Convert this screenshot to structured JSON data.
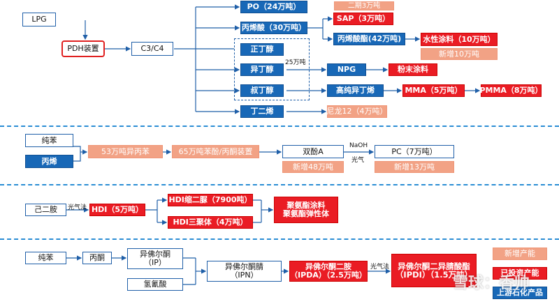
{
  "section1": {
    "lpg": "LPG",
    "pdh": "PDH装置",
    "c3c4": "C3/C4",
    "po": "PO（24万吨）",
    "phase2": "二期3万吨",
    "acrylic": "丙烯酸（30万吨）",
    "sap": "SAP（3万吨）",
    "acrylate": "丙烯酸酯(42万吨)",
    "waterpaint": "水性涂料（10万吨）",
    "new10": "新增10万吨",
    "nbutanol": "正丁醇",
    "isobutanol": "异丁醇",
    "capacity25": "25万吨",
    "npg": "NPG",
    "powdercoat": "粉末涂料",
    "tbutanol": "叔丁醇",
    "hpisobutene": "高纯异丁烯",
    "mma": "MMA（5万吨）",
    "pmma": "PMMA（8万吨）",
    "butadiene": "丁二烯",
    "nylon12": "尼龙12（4万吨）"
  },
  "section2": {
    "benzene": "纯苯",
    "propylene": "丙烯",
    "cumene": "53万吨异丙苯",
    "phenol": "65万吨苯酚/丙酮装置",
    "bpa": "双酚A",
    "naoh": "NaOH",
    "phosgene": "光气",
    "pc": "PC（7万吨）",
    "new48": "新增48万吨",
    "new13": "新增13万吨"
  },
  "section3": {
    "hda": "己二胺",
    "phosgene": "光气法",
    "hdi": "HDI（5万吨）",
    "hdi_biuret": "HDI缩二脲（7900吨）",
    "hdi_trimer": "HDI三聚体（4万吨）",
    "pu_coating": "聚氨酯涂料",
    "pu_elastomer": "聚氨酯弹性体"
  },
  "section4": {
    "benzene": "纯苯",
    "acetone": "丙酮",
    "ip_line1": "异佛尔酮",
    "ip_line2": "（IP）",
    "hcn": "氢氰酸",
    "ipn_line1": "异佛尔酮腈",
    "ipn_line2": "（IPN）",
    "ipda_line1": "异佛尔酮二胺",
    "ipda_line2": "（IPDA）（2.5万吨）",
    "phosgene": "光气法",
    "ipdi_line1": "异佛尔酮二异腈酸酯",
    "ipdi_line2": "（IPDI）（1.5万吨）"
  },
  "legend": {
    "new_capacity": "新增产能",
    "finished": "已投资产能",
    "upstream": "上游石化产品"
  },
  "watermark": "雪球：香帅"
}
